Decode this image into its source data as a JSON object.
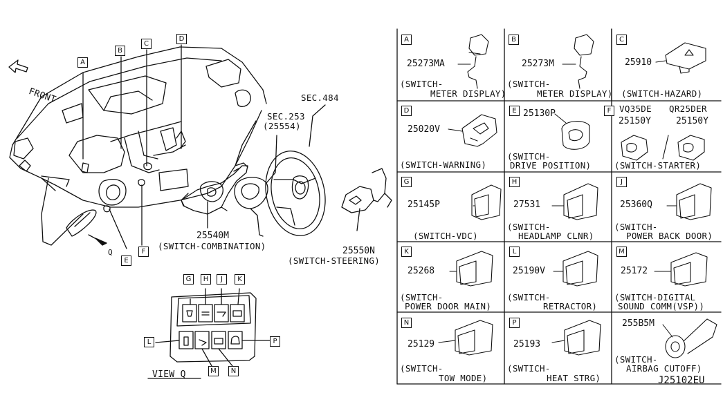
{
  "overview": {
    "front": "FRONT",
    "callouts": [
      "A",
      "B",
      "C",
      "D",
      "E",
      "F"
    ],
    "q_arrow": "Q",
    "sec253": "SEC.253",
    "sec253_sub": "(25554)",
    "sec484": "SEC.484",
    "combo_part": "25540M",
    "combo_name": "(SWITCH-COMBINATION)",
    "steer_part": "25550N",
    "steer_name": "(SWITCH-STEERING)"
  },
  "view_q": {
    "title": "VIEW Q",
    "top_labels": [
      "G",
      "H",
      "J",
      "K"
    ],
    "left_label": "L",
    "right_label": "P",
    "bottom_labels": [
      "M",
      "N"
    ]
  },
  "cells": [
    {
      "letter": "A",
      "part": "25273MA",
      "name1": "(SWITCH-",
      "name2": "METER DISPLAY)"
    },
    {
      "letter": "B",
      "part": "25273M",
      "name1": "(SWITCH-",
      "name2": "METER DISPLAY)"
    },
    {
      "letter": "C",
      "part": "25910",
      "name1": "(SWITCH-HAZARD)",
      "name2": ""
    },
    {
      "letter": "D",
      "part": "25020V",
      "name1": "(SWITCH-WARNING)",
      "name2": ""
    },
    {
      "letter": "E",
      "part": "25130P",
      "name1": "(SWITCH-",
      "name2": "DRIVE POSITION)"
    },
    {
      "letter": "F",
      "part": "25150Y",
      "name1": "(SWITCH-STARTER)",
      "name2": "",
      "engine1": "VQ35DE",
      "engine2": "QR25DER",
      "part2": "25150Y"
    },
    {
      "letter": "G",
      "part": "25145P",
      "name1": "(SWITCH-VDC)",
      "name2": ""
    },
    {
      "letter": "H",
      "part": "27531",
      "name1": "(SWITCH-",
      "name2": "HEADLAMP CLNR)"
    },
    {
      "letter": "J",
      "part": "25360Q",
      "name1": "(SWITCH-",
      "name2": "POWER BACK DOOR)"
    },
    {
      "letter": "K",
      "part": "25268",
      "name1": "(SWITCH-",
      "name2": "POWER DOOR MAIN)"
    },
    {
      "letter": "L",
      "part": "25190V",
      "name1": "(SWITCH-",
      "name2": "RETRACTOR)"
    },
    {
      "letter": "M",
      "part": "25172",
      "name1": "(SWITCH-DIGITAL",
      "name2": "SOUND COMM(VSP))"
    },
    {
      "letter": "N",
      "part": "25129",
      "name1": "(SWITCH-",
      "name2": "TOW MODE)"
    },
    {
      "letter": "P",
      "part": "25193",
      "name1": "(SWTICH-",
      "name2": "HEAT STRG)"
    },
    {
      "letter": "",
      "part": "255B5M",
      "name1": "(SWITCH-",
      "name2": "AIRBAG CUTOFF)"
    }
  ],
  "diagram_id": "J25102EU"
}
